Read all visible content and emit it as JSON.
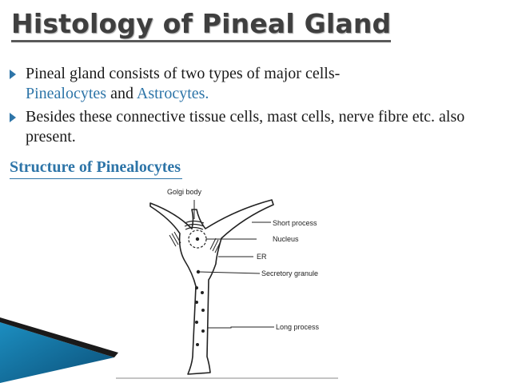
{
  "slide": {
    "title": "Histology of Pineal Gland",
    "accent_color": "#2e75a8",
    "bullets": [
      {
        "text_before": "Pineal gland consists of two types of major cells-",
        "term1": "Pinealocytes",
        "conjunction": " and ",
        "term2": "Astrocytes."
      },
      {
        "text": "Besides these connective tissue cells, mast cells, nerve fibre etc. also present."
      }
    ],
    "subheading": "Structure of Pinealocytes"
  },
  "diagram": {
    "labels": {
      "golgi": "Golgi body",
      "short_process": "Short process",
      "nucleus": "Nucleus",
      "er": "ER",
      "secretory_granule": "Secretory granule",
      "long_process": "Long process"
    }
  }
}
